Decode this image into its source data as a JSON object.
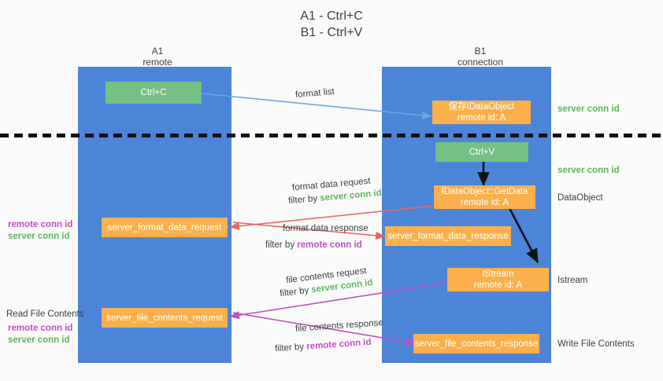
{
  "title": {
    "line1": "A1 - Ctrl+C",
    "line2": "B1 - Ctrl+V"
  },
  "columns": [
    {
      "name": "A1",
      "sub": "remote"
    },
    {
      "name": "B1",
      "sub": "connection"
    }
  ],
  "nodes": {
    "ctrl_c": "Ctrl+C",
    "save_idataobject_l1": "保存IDataObject",
    "save_idataobject_l2": "remote id: A",
    "ctrl_v": "Ctrl+V",
    "getdata_l1": "IDataObject::GetData",
    "getdata_l2": "remote id: A",
    "istream_l1": "IStream",
    "istream_l2": "remote id: A",
    "server_format_data_request": "server_format_data_request",
    "server_format_data_response": "server_format_data_response",
    "server_file_contents_request": "server_file_contents_request",
    "server_file_contents_response": "server_file_contents_response"
  },
  "edge_labels": {
    "format_list": "format list",
    "format_data_request": "format data request",
    "format_data_request_filter_prefix": "filter by ",
    "format_data_request_filter_key": "server conn id",
    "format_data_response": "format data response",
    "format_data_response_filter_prefix": "filter by ",
    "format_data_response_filter_key": "remote conn id",
    "file_contents_request": "file contents request",
    "file_contents_request_filter_prefix": "filter by ",
    "file_contents_request_filter_key": "server conn id",
    "file_contents_response": "file contents response",
    "file_contents_response_filter_prefix": "filter by ",
    "file_contents_response_filter_key": "remote conn id"
  },
  "annotations": {
    "right_server_conn_id_top": "server conn id",
    "right_server_conn_id_mid": "server conn id",
    "right_dataobject": "DataObject",
    "right_istream": "Istream",
    "right_write_file_contents": "Write File Contents",
    "left_remote_conn_id_1": "remote conn id",
    "left_server_conn_id_1": "server conn id",
    "left_read_file_contents": "Read File Contents",
    "left_remote_conn_id_2": "remote conn id",
    "left_server_conn_id_2": "server conn id"
  },
  "colors": {
    "lane": "#4c84d8",
    "green_box": "#76c083",
    "orange_box": "#fbb04c",
    "green_text": "#5cb85c",
    "magenta_text": "#c24fc2",
    "blue_arrow": "#6aa9e0",
    "red_arrow": "#e8685c",
    "magenta_arrow": "#c24fc2",
    "dark_arrow": "#111111",
    "background": "#fafafa"
  }
}
